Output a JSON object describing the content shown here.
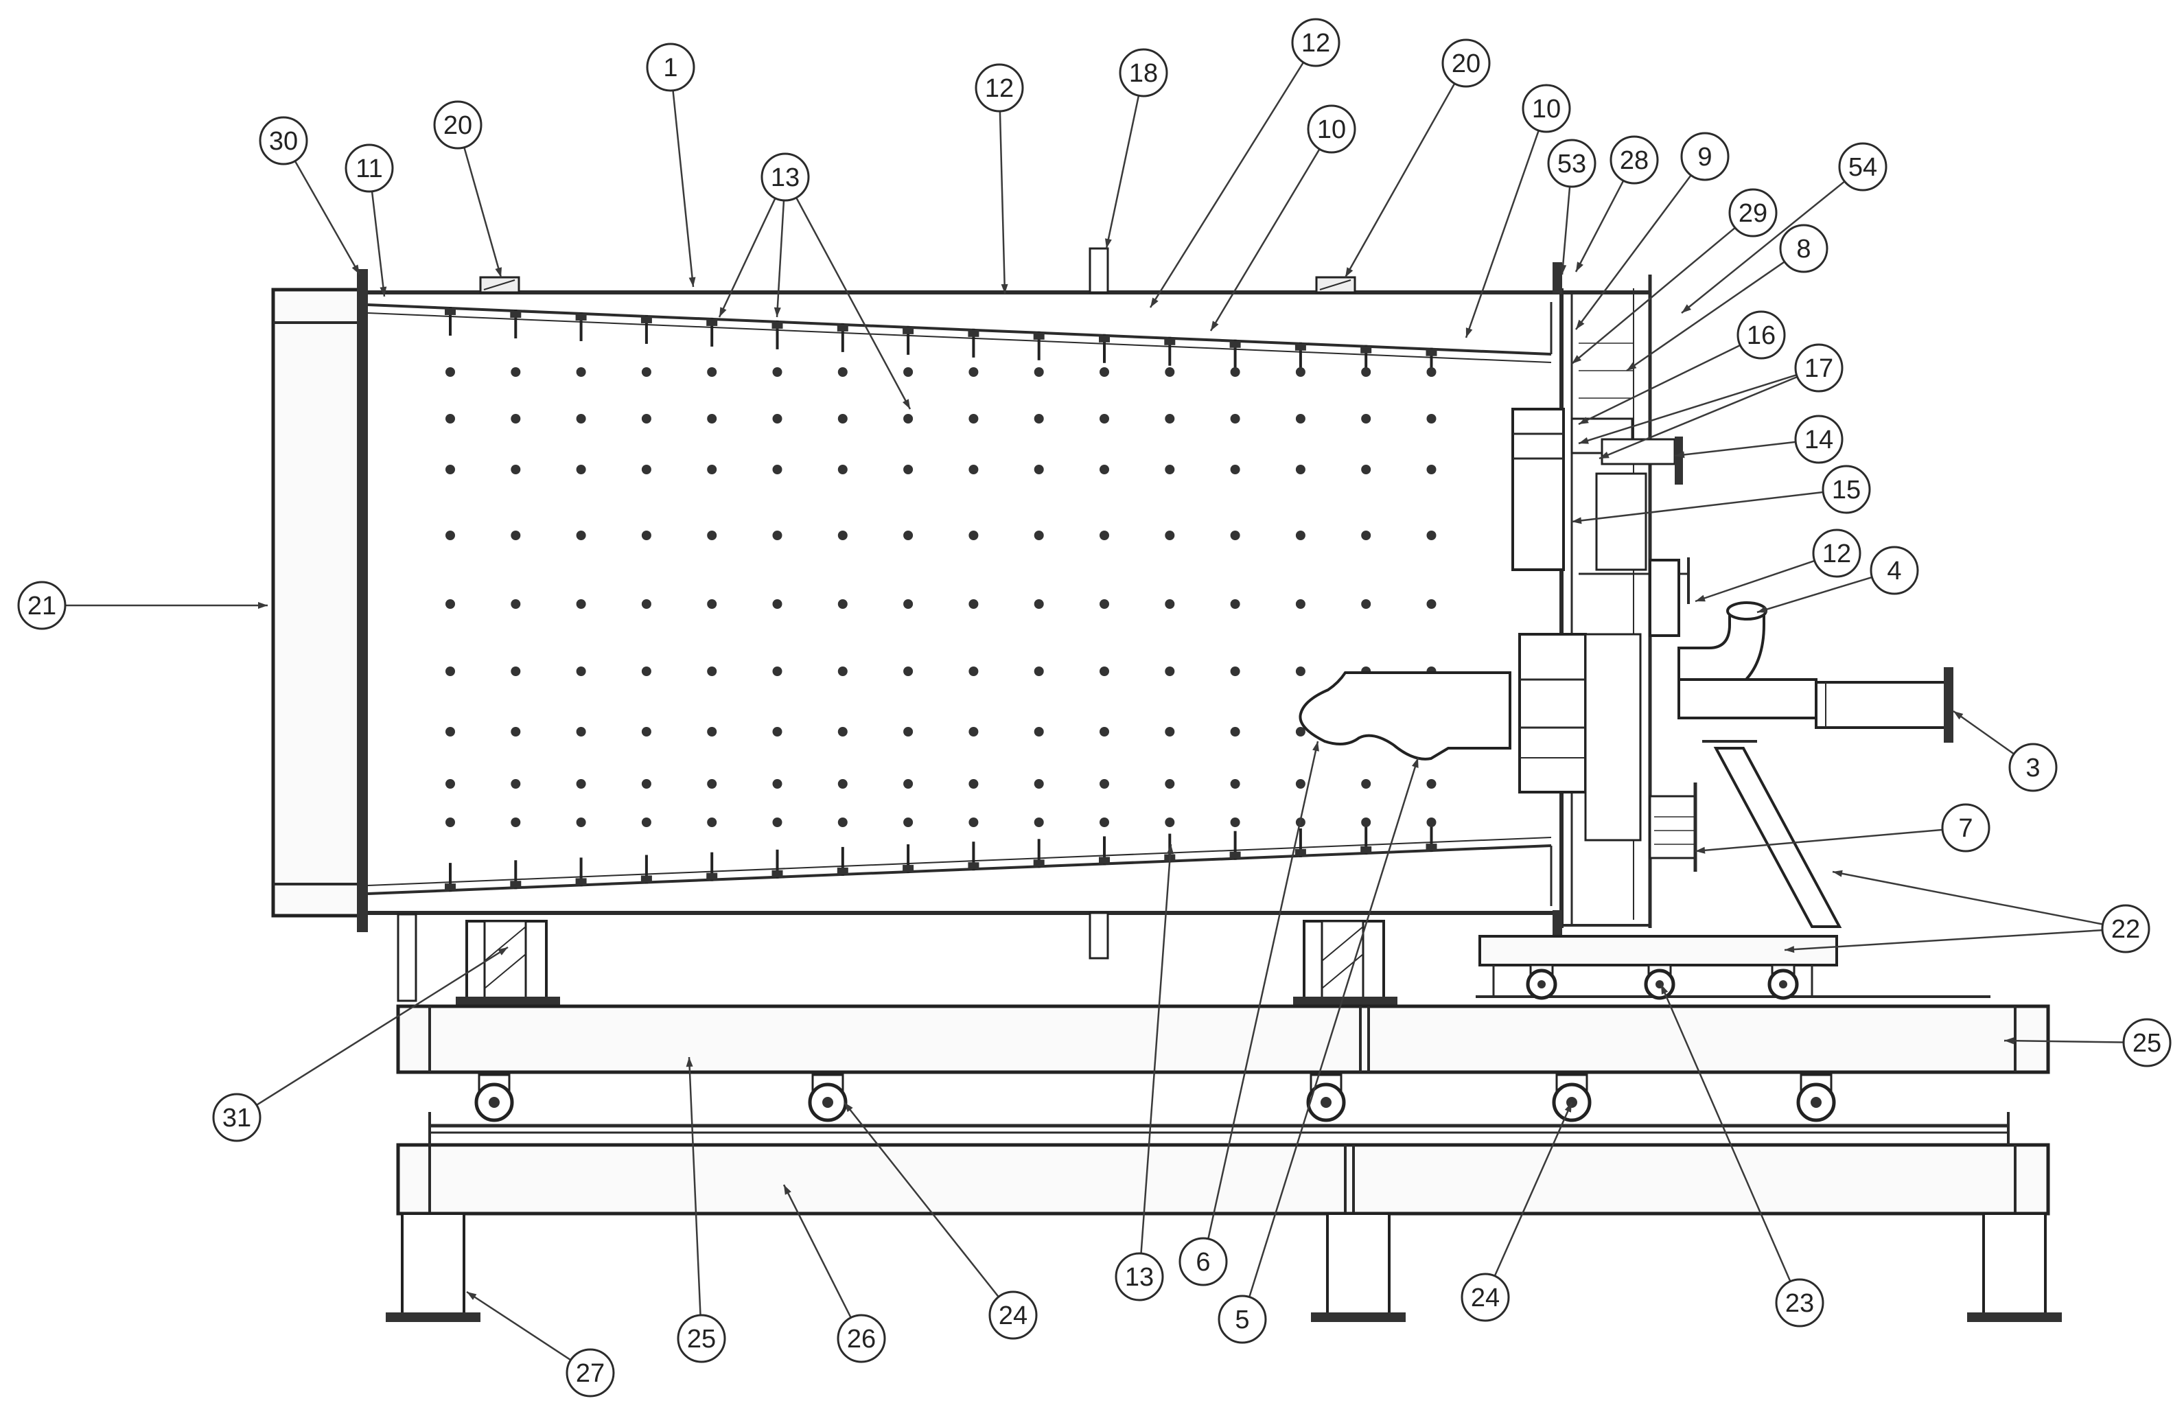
{
  "callouts": [
    {
      "id": "c-1",
      "text": "1"
    },
    {
      "id": "c-30",
      "text": "30"
    },
    {
      "id": "c-11",
      "text": "11"
    },
    {
      "id": "c-20a",
      "text": "20"
    },
    {
      "id": "c-13a",
      "text": "13"
    },
    {
      "id": "c-12a",
      "text": "12"
    },
    {
      "id": "c-18",
      "text": "18"
    },
    {
      "id": "c-12b",
      "text": "12"
    },
    {
      "id": "c-10a",
      "text": "10"
    },
    {
      "id": "c-20b",
      "text": "20"
    },
    {
      "id": "c-10b",
      "text": "10"
    },
    {
      "id": "c-53",
      "text": "53"
    },
    {
      "id": "c-28",
      "text": "28"
    },
    {
      "id": "c-9",
      "text": "9"
    },
    {
      "id": "c-54",
      "text": "54"
    },
    {
      "id": "c-29",
      "text": "29"
    },
    {
      "id": "c-8",
      "text": "8"
    },
    {
      "id": "c-16",
      "text": "16"
    },
    {
      "id": "c-17",
      "text": "17"
    },
    {
      "id": "c-14",
      "text": "14"
    },
    {
      "id": "c-15",
      "text": "15"
    },
    {
      "id": "c-12c",
      "text": "12"
    },
    {
      "id": "c-4",
      "text": "4"
    },
    {
      "id": "c-3",
      "text": "3"
    },
    {
      "id": "c-7",
      "text": "7"
    },
    {
      "id": "c-22",
      "text": "22"
    },
    {
      "id": "c-25a",
      "text": "25"
    },
    {
      "id": "c-21",
      "text": "21"
    },
    {
      "id": "c-31",
      "text": "31"
    },
    {
      "id": "c-13b",
      "text": "13"
    },
    {
      "id": "c-6",
      "text": "6"
    },
    {
      "id": "c-5",
      "text": "5"
    },
    {
      "id": "c-24a",
      "text": "24"
    },
    {
      "id": "c-24b",
      "text": "24"
    },
    {
      "id": "c-23",
      "text": "23"
    },
    {
      "id": "c-25b",
      "text": "25"
    },
    {
      "id": "c-26",
      "text": "26"
    },
    {
      "id": "c-27",
      "text": "27"
    }
  ],
  "colors": {
    "ink": "#2b2b2b",
    "paper": "#ffffff"
  }
}
